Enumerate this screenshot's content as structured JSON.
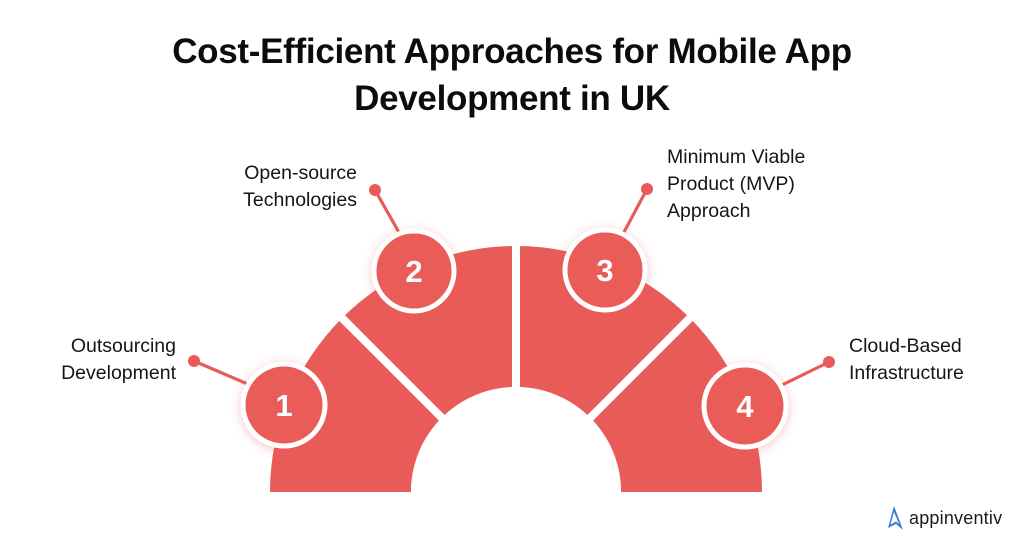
{
  "title": {
    "line1": "Cost-Efficient Approaches for Mobile App",
    "line2": "Development in UK"
  },
  "colors": {
    "accent": "#E95B58",
    "ring": "#FFFFFF",
    "text": "#151515",
    "logo_blue": "#3A7FD5"
  },
  "items": [
    {
      "number": "1",
      "lines": [
        "Outsourcing",
        "Development"
      ]
    },
    {
      "number": "2",
      "lines": [
        "Open-source",
        "Technologies"
      ]
    },
    {
      "number": "3",
      "lines": [
        "Minimum Viable",
        "Product (MVP)",
        "Approach"
      ]
    },
    {
      "number": "4",
      "lines": [
        "Cloud-Based",
        "Infrastructure"
      ]
    }
  ],
  "logo": {
    "icon": "appinventiv-a-logo-icon",
    "text": "appinventiv"
  }
}
